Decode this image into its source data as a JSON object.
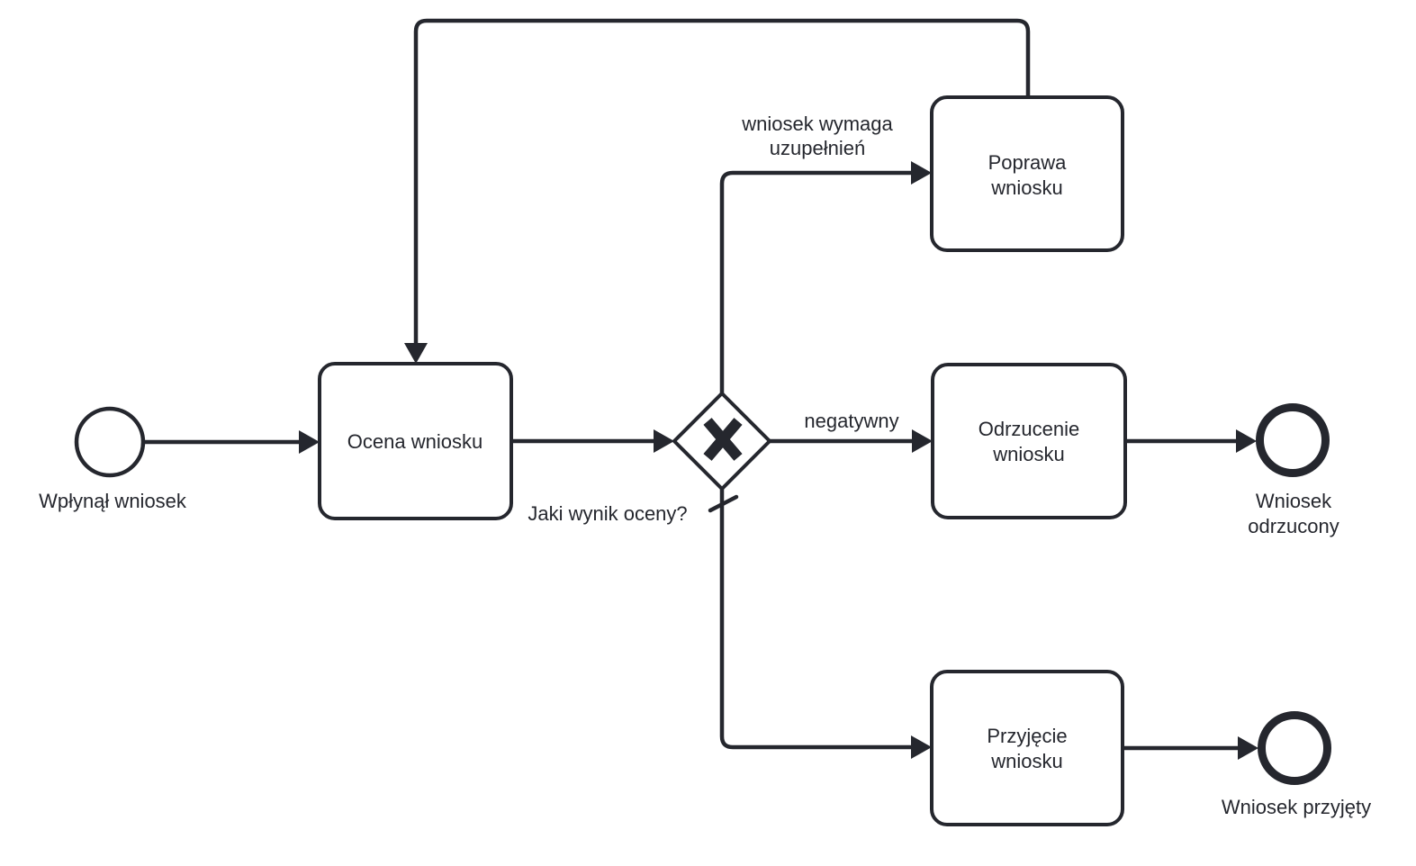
{
  "diagram": {
    "type": "bpmn-process",
    "colors": {
      "stroke": "#25272e",
      "shape_fill": "#ffffff",
      "background": "#ffffff",
      "text": "#25272e"
    },
    "nodes": {
      "start": {
        "kind": "start-event",
        "label": "Wpłynął wniosek"
      },
      "ocena": {
        "kind": "task",
        "label": "Ocena wniosku"
      },
      "gateway": {
        "kind": "exclusive-gateway",
        "marker": "X",
        "label": "Jaki wynik oceny?"
      },
      "poprawa": {
        "kind": "task",
        "label": [
          "Poprawa",
          "wniosku"
        ]
      },
      "odrzucenie": {
        "kind": "task",
        "label": [
          "Odrzucenie",
          "wniosku"
        ]
      },
      "przyjecie": {
        "kind": "task",
        "label": [
          "Przyjęcie",
          "wniosku"
        ]
      },
      "end_odrzucony": {
        "kind": "end-event",
        "label": [
          "Wniosek",
          "odrzucony"
        ]
      },
      "end_przyjety": {
        "kind": "end-event",
        "label": "Wniosek przyjęty"
      }
    },
    "flows": {
      "start_to_ocena": {
        "label": ""
      },
      "ocena_to_gateway": {
        "label": ""
      },
      "gateway_to_poprawa": {
        "label": [
          "wniosek wymaga",
          "uzupełnień"
        ]
      },
      "poprawa_to_ocena_loop": {
        "label": ""
      },
      "gateway_to_odrzucenie": {
        "label": "negatywny"
      },
      "gateway_to_przyjecie": {
        "label": "",
        "marker": "default-flow-slash"
      },
      "odrzucenie_to_end": {
        "label": ""
      },
      "przyjecie_to_end": {
        "label": ""
      }
    }
  }
}
